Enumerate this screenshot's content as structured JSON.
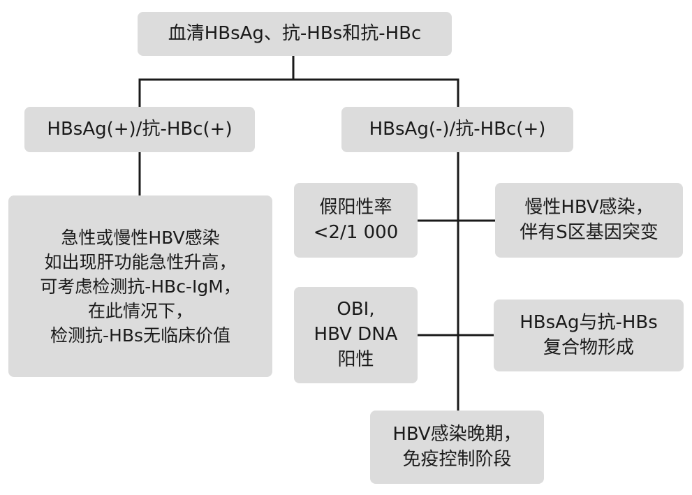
{
  "nodes": {
    "root": {
      "lines": [
        "血清HBsAg、抗-HBs和抗-HBc"
      ]
    },
    "left": {
      "lines": [
        "HBsAg(+)/抗-HBc(+)"
      ]
    },
    "right": {
      "lines": [
        "HBsAg(-)/抗-HBc(+)"
      ]
    },
    "acute": {
      "lines": [
        "急性或慢性HBV感染",
        "如出现肝功能急性升高，",
        "可考虑检测抗-HBc-IgM，",
        "在此情况下，",
        "检测抗-HBs无临床价值"
      ]
    },
    "false_positive": {
      "lines": [
        "假阳性率",
        "<2/1 000"
      ]
    },
    "s_region": {
      "lines": [
        "慢性HBV感染，",
        "伴有S区基因突变"
      ]
    },
    "obi": {
      "lines": [
        "OBI,",
        "HBV DNA",
        "阳性"
      ]
    },
    "complex": {
      "lines": [
        "HBsAg与抗-HBs",
        "复合物形成"
      ]
    },
    "late": {
      "lines": [
        "HBV感染晚期，",
        "免疫控制阶段"
      ]
    }
  },
  "colors": {
    "box_fill": "#dcdcdc",
    "line": "#1a1a1a",
    "text": "#1a1a1a",
    "background": "#ffffff"
  }
}
